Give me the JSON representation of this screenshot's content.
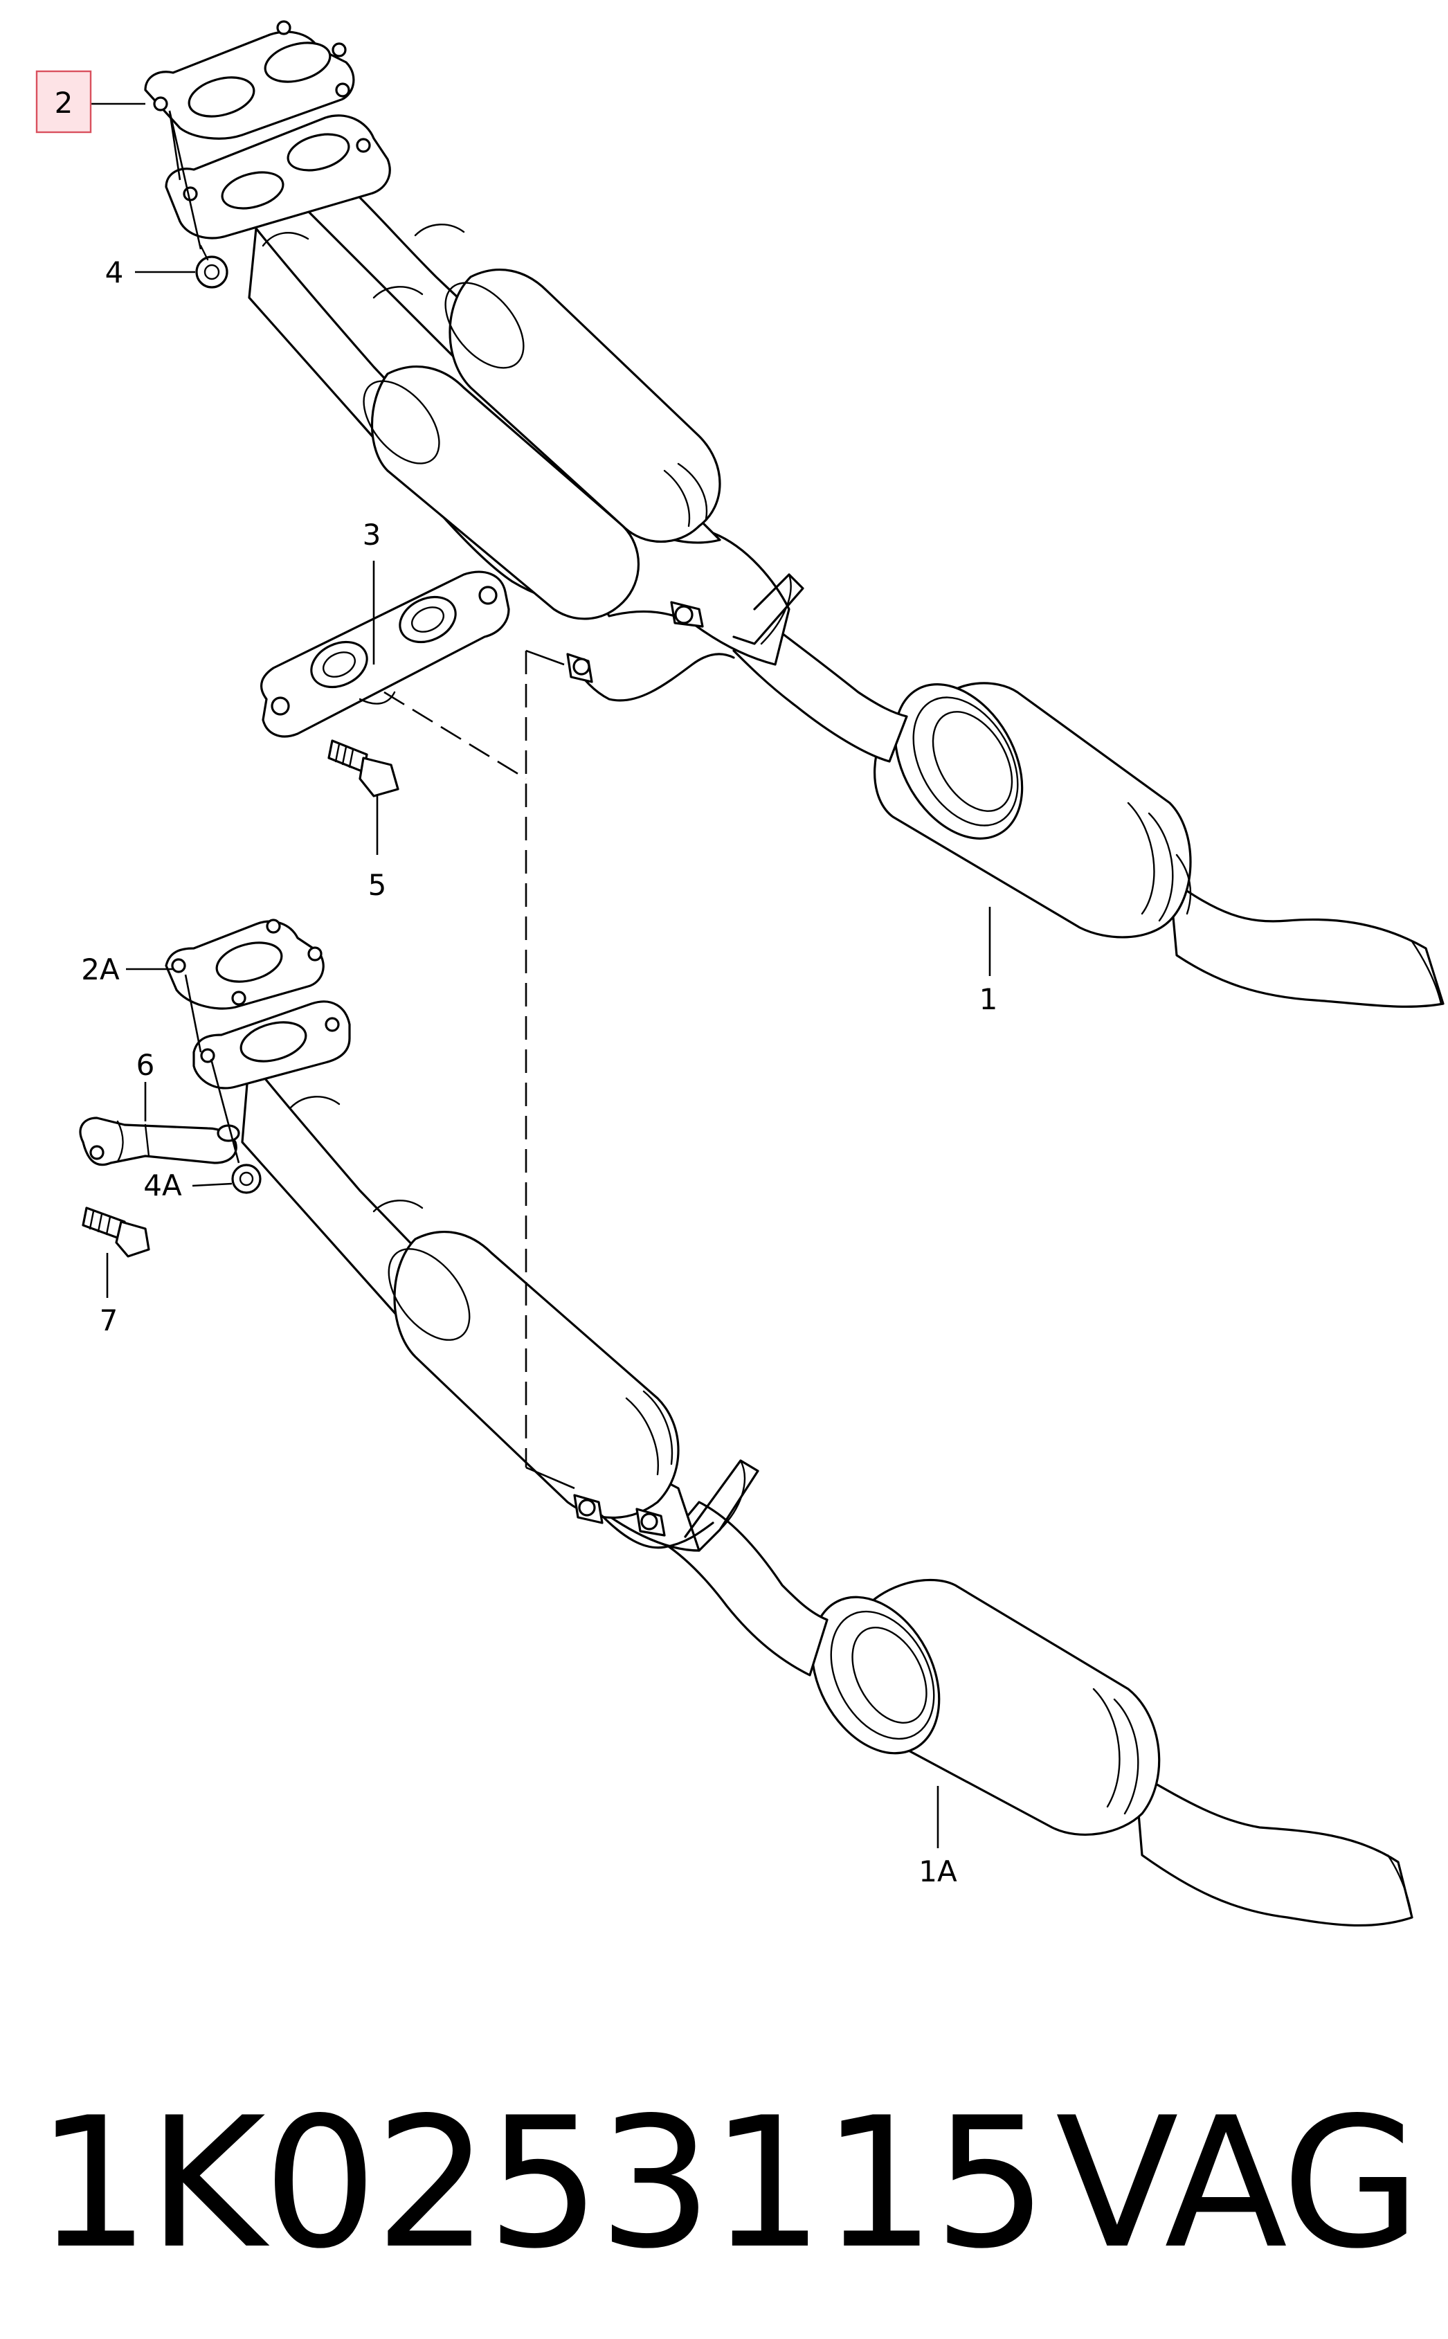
{
  "diagram": {
    "callouts": {
      "c1": "1",
      "c1a": "1A",
      "c2": "2",
      "c2a": "2A",
      "c3": "3",
      "c4": "4",
      "c4a": "4A",
      "c5": "5",
      "c6": "6",
      "c7": "7"
    },
    "highlighted_callout": "2",
    "highlight_color": "#fde3e6",
    "highlight_border_color": "#d9505e"
  },
  "footer": {
    "part_number": "1K0253115",
    "brand": "VAG"
  }
}
